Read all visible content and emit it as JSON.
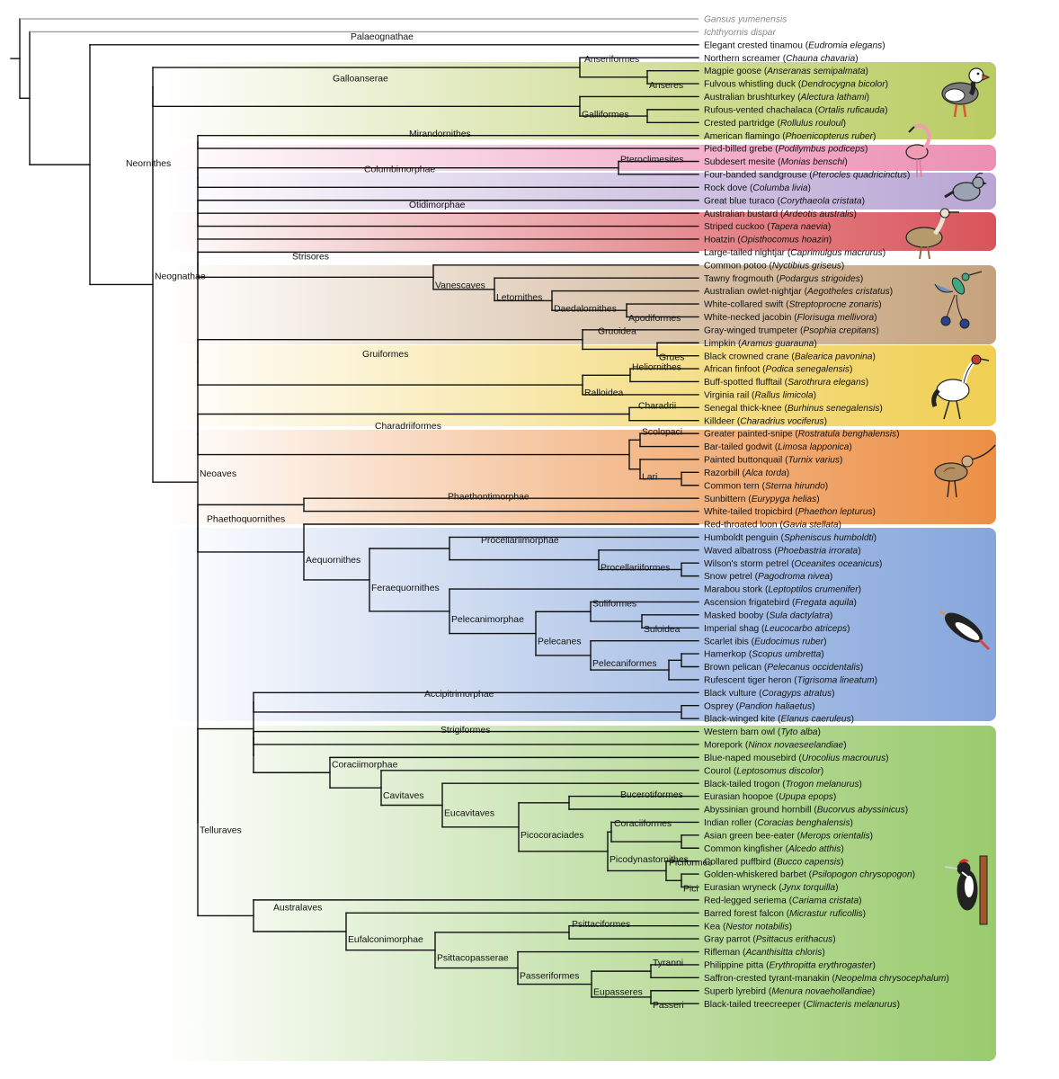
{
  "tips": [
    {
      "common": "",
      "sci": "Gansus yumenensis",
      "fossil": true
    },
    {
      "common": "",
      "sci": "Ichthyornis dispar",
      "fossil": true
    },
    {
      "common": "Elegant crested tinamou",
      "sci": "Eudromia elegans"
    },
    {
      "common": "Northern screamer",
      "sci": "Chauna chavaria"
    },
    {
      "common": "Magpie goose",
      "sci": "Anseranas semipalmata"
    },
    {
      "common": "Fulvous whistling duck",
      "sci": "Dendrocygna bicolor"
    },
    {
      "common": "Australian brushturkey",
      "sci": "Alectura lathami"
    },
    {
      "common": "Rufous-vented chachalaca",
      "sci": "Ortalis ruficauda"
    },
    {
      "common": "Crested partridge",
      "sci": "Rollulus rouloul"
    },
    {
      "common": "American flamingo",
      "sci": "Phoenicopterus ruber"
    },
    {
      "common": "Pied-billed grebe",
      "sci": "Podilymbus podiceps"
    },
    {
      "common": "Subdesert mesite",
      "sci": "Monias benschi"
    },
    {
      "common": "Four-banded sandgrouse",
      "sci": "Pterocles quadricinctus"
    },
    {
      "common": "Rock dove",
      "sci": "Columba livia"
    },
    {
      "common": "Great blue turaco",
      "sci": "Corythaeola cristata"
    },
    {
      "common": "Australian bustard",
      "sci": "Ardeotis australis"
    },
    {
      "common": "Striped cuckoo",
      "sci": "Tapera naevia"
    },
    {
      "common": "Hoatzin",
      "sci": "Opisthocomus hoazin"
    },
    {
      "common": "Large-tailed nightjar",
      "sci": "Caprimulgus macrurus"
    },
    {
      "common": "Common potoo",
      "sci": "Nyctibius griseus"
    },
    {
      "common": "Tawny frogmouth",
      "sci": "Podargus strigoides"
    },
    {
      "common": "Australian owlet-nightjar",
      "sci": "Aegotheles cristatus"
    },
    {
      "common": "White-collared swift",
      "sci": "Streptoprocne zonaris"
    },
    {
      "common": "White-necked jacobin",
      "sci": "Florisuga mellivora"
    },
    {
      "common": "Gray-winged trumpeter",
      "sci": "Psophia crepitans"
    },
    {
      "common": "Limpkin",
      "sci": "Aramus guarauna"
    },
    {
      "common": "Black crowned crane",
      "sci": "Balearica pavonina"
    },
    {
      "common": "African finfoot",
      "sci": "Podica senegalensis"
    },
    {
      "common": "Buff-spotted flufftail",
      "sci": "Sarothrura elegans"
    },
    {
      "common": "Virginia rail",
      "sci": "Rallus limicola"
    },
    {
      "common": "Senegal thick-knee",
      "sci": "Burhinus senegalensis"
    },
    {
      "common": "Killdeer",
      "sci": "Charadrius vociferus"
    },
    {
      "common": "Greater painted-snipe",
      "sci": "Rostratula benghalensis"
    },
    {
      "common": "Bar-tailed godwit",
      "sci": "Limosa lapponica"
    },
    {
      "common": "Painted buttonquail",
      "sci": "Turnix varius"
    },
    {
      "common": "Razorbill",
      "sci": "Alca torda"
    },
    {
      "common": "Common tern",
      "sci": "Sterna hirundo"
    },
    {
      "common": "Sunbittern",
      "sci": "Eurypyga helias"
    },
    {
      "common": "White-tailed tropicbird",
      "sci": "Phaethon lepturus"
    },
    {
      "common": "Red-throated loon",
      "sci": "Gavia stellata"
    },
    {
      "common": "Humboldt penguin",
      "sci": "Spheniscus humboldti"
    },
    {
      "common": "Waved albatross",
      "sci": "Phoebastria irrorata"
    },
    {
      "common": "Wilson's storm petrel",
      "sci": "Oceanites oceanicus"
    },
    {
      "common": "Snow petrel",
      "sci": "Pagodroma nivea"
    },
    {
      "common": "Marabou stork",
      "sci": "Leptoptilos crumenifer"
    },
    {
      "common": "Ascension frigatebird",
      "sci": "Fregata aquila"
    },
    {
      "common": "Masked booby",
      "sci": "Sula dactylatra"
    },
    {
      "common": "Imperial shag",
      "sci": "Leucocarbo atriceps"
    },
    {
      "common": "Scarlet ibis",
      "sci": "Eudocimus ruber"
    },
    {
      "common": "Hamerkop",
      "sci": "Scopus umbretta"
    },
    {
      "common": "Brown pelican",
      "sci": "Pelecanus occidentalis"
    },
    {
      "common": "Rufescent tiger heron",
      "sci": "Tigrisoma lineatum"
    },
    {
      "common": "Black vulture",
      "sci": "Coragyps atratus"
    },
    {
      "common": "Osprey",
      "sci": "Pandion haliaetus"
    },
    {
      "common": "Black-winged kite",
      "sci": "Elanus caeruleus"
    },
    {
      "common": "Western barn owl",
      "sci": "Tyto alba"
    },
    {
      "common": "Morepork",
      "sci": "Ninox novaeseelandiae"
    },
    {
      "common": "Blue-naped mousebird",
      "sci": "Urocolius macrourus"
    },
    {
      "common": "Courol",
      "sci": "Leptosomus discolor"
    },
    {
      "common": "Black-tailed trogon",
      "sci": "Trogon melanurus"
    },
    {
      "common": "Eurasian hoopoe",
      "sci": "Upupa epops"
    },
    {
      "common": "Abyssinian ground hornbill",
      "sci": "Bucorvus abyssinicus"
    },
    {
      "common": "Indian roller",
      "sci": "Coracias benghalensis"
    },
    {
      "common": "Asian green bee-eater",
      "sci": "Merops orientalis"
    },
    {
      "common": "Common kingfisher",
      "sci": "Alcedo atthis"
    },
    {
      "common": "Collared puffbird",
      "sci": "Bucco capensis"
    },
    {
      "common": "Golden-whiskered barbet",
      "sci": "Psilopogon chrysopogon"
    },
    {
      "common": "Eurasian wryneck",
      "sci": "Jynx torquilla"
    },
    {
      "common": "Red-legged seriema",
      "sci": "Cariama cristata"
    },
    {
      "common": "Barred forest falcon",
      "sci": "Micrastur ruficollis"
    },
    {
      "common": "Kea",
      "sci": "Nestor notabilis"
    },
    {
      "common": "Gray parrot",
      "sci": "Psittacus erithacus"
    },
    {
      "common": "Rifleman",
      "sci": "Acanthisitta chloris"
    },
    {
      "common": "Philippine pitta",
      "sci": "Erythropitta erythrogaster"
    },
    {
      "common": "Saffron-crested tyrant-manakin",
      "sci": "Neopelma chrysocephalum"
    },
    {
      "common": "Superb lyrebird",
      "sci": "Menura novaehollandiae"
    },
    {
      "common": "Black-tailed treecreeper",
      "sci": "Climacteris melanurus"
    }
  ],
  "clades": [
    {
      "id": "root",
      "label": "",
      "children": [
        "gans",
        "orn"
      ]
    },
    {
      "id": "orn",
      "label": "",
      "children": [
        "ich",
        "neornithes"
      ]
    },
    {
      "id": "neornithes",
      "label": "Neornithes",
      "children": [
        "palaeo",
        "neognathae"
      ]
    },
    {
      "id": "palaeo",
      "label": "Palaeognathae",
      "children": [
        "t2"
      ]
    },
    {
      "id": "neognathae",
      "label": "Neognathae",
      "children": [
        "galloanserae",
        "neoaves"
      ]
    },
    {
      "id": "galloanserae",
      "label": "Galloanserae",
      "children": [
        "anseriformes",
        "galliformes"
      ]
    },
    {
      "id": "anseriformes",
      "label": "Anseriformes",
      "children": [
        "t3",
        "anseres"
      ]
    },
    {
      "id": "anseres",
      "label": "Anseres",
      "children": [
        "t4",
        "t5"
      ]
    },
    {
      "id": "galliformes",
      "label": "Galliformes",
      "children": [
        "t6",
        "gal2"
      ]
    },
    {
      "id": "gal2",
      "label": "",
      "children": [
        "t7",
        "t8"
      ]
    },
    {
      "id": "neoaves",
      "label": "Neoaves",
      "children": [
        "mirandornithes",
        "columbimorphae",
        "otidimorphae",
        "t17",
        "strisores",
        "gruiformes",
        "charadriiformes",
        "phaethoquornithes",
        "telluraves"
      ]
    },
    {
      "id": "mirandornithes",
      "label": "Mirandornithes",
      "children": [
        "t9",
        "t10"
      ]
    },
    {
      "id": "columbimorphae",
      "label": "Columbimorphae",
      "children": [
        "pteroclimesites",
        "t13"
      ]
    },
    {
      "id": "pteroclimesites",
      "label": "Pteroclimesites",
      "children": [
        "t11",
        "t12"
      ]
    },
    {
      "id": "otidimorphae",
      "label": "Otidimorphae",
      "children": [
        "t14",
        "t15",
        "t16"
      ]
    },
    {
      "id": "strisores",
      "label": "Strisores",
      "children": [
        "t18",
        "vanescaves"
      ]
    },
    {
      "id": "vanescaves",
      "label": "Vanescaves",
      "children": [
        "t19",
        "letornithes"
      ]
    },
    {
      "id": "letornithes",
      "label": "Letornithes",
      "children": [
        "t20",
        "daedalornithes"
      ]
    },
    {
      "id": "daedalornithes",
      "label": "Daedalornithes",
      "children": [
        "t21",
        "apodiformes"
      ]
    },
    {
      "id": "apodiformes",
      "label": "Apodiformes",
      "children": [
        "t22",
        "t23"
      ]
    },
    {
      "id": "gruiformes",
      "label": "Gruiformes",
      "children": [
        "gruoidea",
        "ralloidea"
      ]
    },
    {
      "id": "gruoidea",
      "label": "Gruoidea",
      "children": [
        "t24",
        "grues"
      ]
    },
    {
      "id": "grues",
      "label": "Grues",
      "children": [
        "t25",
        "t26"
      ]
    },
    {
      "id": "ralloidea",
      "label": "Ralloidea",
      "children": [
        "heliornithes",
        "t29"
      ]
    },
    {
      "id": "heliornithes",
      "label": "Heliornithes",
      "children": [
        "t27",
        "t28"
      ]
    },
    {
      "id": "charadriiformes",
      "label": "Charadriiformes",
      "children": [
        "charadrii",
        "char2"
      ]
    },
    {
      "id": "charadrii",
      "label": "Charadrii",
      "children": [
        "t30",
        "t31"
      ]
    },
    {
      "id": "char2",
      "label": "",
      "children": [
        "scolopaci",
        "lari"
      ]
    },
    {
      "id": "scolopaci",
      "label": "Scolopaci",
      "children": [
        "t32",
        "t33"
      ]
    },
    {
      "id": "lari",
      "label": "Lari",
      "children": [
        "t34",
        "lari2"
      ]
    },
    {
      "id": "lari2",
      "label": "",
      "children": [
        "t35",
        "t36"
      ]
    },
    {
      "id": "phaethoquornithes",
      "label": "Phaethoquornithes",
      "children": [
        "phaethontimorphae",
        "aequornithes"
      ]
    },
    {
      "id": "phaethontimorphae",
      "label": "Phaethontimorphae",
      "children": [
        "t37",
        "t38"
      ]
    },
    {
      "id": "aequornithes",
      "label": "Aequornithes",
      "children": [
        "t39",
        "feraequornithes"
      ]
    },
    {
      "id": "feraequornithes",
      "label": "Feraequornithes",
      "children": [
        "procellariimorphae",
        "pelecanimorphae"
      ]
    },
    {
      "id": "procellariimorphae",
      "label": "Procellariimorphae",
      "children": [
        "t40",
        "procellariiformes"
      ]
    },
    {
      "id": "procellariiformes",
      "label": "Procellariiformes",
      "children": [
        "t41",
        "proc2"
      ]
    },
    {
      "id": "proc2",
      "label": "",
      "children": [
        "t42",
        "t43"
      ]
    },
    {
      "id": "pelecanimorphae",
      "label": "Pelecanimorphae",
      "children": [
        "t44",
        "pelecanes"
      ]
    },
    {
      "id": "pelecanes",
      "label": "Pelecanes",
      "children": [
        "suliformes",
        "pelecaniformes"
      ]
    },
    {
      "id": "suliformes",
      "label": "Suliformes",
      "children": [
        "t45",
        "suloidea"
      ]
    },
    {
      "id": "suloidea",
      "label": "Suloidea",
      "children": [
        "t46",
        "t47"
      ]
    },
    {
      "id": "pelecaniformes",
      "label": "Pelecaniformes",
      "children": [
        "t48",
        "pel2"
      ]
    },
    {
      "id": "pel2",
      "label": "",
      "children": [
        "pel3",
        "t51"
      ]
    },
    {
      "id": "pel3",
      "label": "",
      "children": [
        "t49",
        "t50"
      ]
    },
    {
      "id": "telluraves",
      "label": "Telluraves",
      "children": [
        "afroaves",
        "australaves"
      ]
    },
    {
      "id": "afroaves",
      "label": "",
      "children": [
        "accipitrimorphae",
        "afro2"
      ]
    },
    {
      "id": "accipitrimorphae",
      "label": "Accipitrimorphae",
      "children": [
        "t52",
        "acc2"
      ]
    },
    {
      "id": "acc2",
      "label": "",
      "children": [
        "t53",
        "t54"
      ]
    },
    {
      "id": "afro2",
      "label": "",
      "children": [
        "strigiformes",
        "coraciimorphae"
      ]
    },
    {
      "id": "strigiformes",
      "label": "Strigiformes",
      "children": [
        "t55",
        "t56"
      ]
    },
    {
      "id": "coraciimorphae",
      "label": "Coraciimorphae",
      "children": [
        "t57",
        "cavitaves"
      ]
    },
    {
      "id": "cavitaves",
      "label": "Cavitaves",
      "children": [
        "t58",
        "eucavitaves"
      ]
    },
    {
      "id": "eucavitaves",
      "label": "Eucavitaves",
      "children": [
        "t59",
        "picocoraciades"
      ]
    },
    {
      "id": "picocoraciades",
      "label": "Picocoraciades",
      "children": [
        "bucerotiformes",
        "picodynastornithes"
      ]
    },
    {
      "id": "bucerotiformes",
      "label": "Bucerotiformes",
      "children": [
        "t60",
        "t61"
      ]
    },
    {
      "id": "picodynastornithes",
      "label": "Picodynastornithes",
      "children": [
        "coraciiformes",
        "piciformes"
      ]
    },
    {
      "id": "coraciiformes",
      "label": "Coraciiformes",
      "children": [
        "t62",
        "cor2"
      ]
    },
    {
      "id": "cor2",
      "label": "",
      "children": [
        "t63",
        "t64"
      ]
    },
    {
      "id": "piciformes",
      "label": "Piciformes",
      "children": [
        "t65",
        "pici"
      ]
    },
    {
      "id": "pici",
      "label": "Pici",
      "children": [
        "t66",
        "t67"
      ]
    },
    {
      "id": "australaves",
      "label": "Australaves",
      "children": [
        "aus1",
        "eufalconimorphae"
      ]
    },
    {
      "id": "aus1",
      "label": "",
      "children": [
        "t68"
      ]
    },
    {
      "id": "eufalconimorphae",
      "label": "Eufalconimorphae",
      "children": [
        "t69",
        "psittacopasserae"
      ]
    },
    {
      "id": "psittacopasserae",
      "label": "Psittacopasserae",
      "children": [
        "psittaciformes",
        "passeriformes"
      ]
    },
    {
      "id": "psittaciformes",
      "label": "Psittaciformes",
      "children": [
        "t70",
        "t71"
      ]
    },
    {
      "id": "passeriformes",
      "label": "Passeriformes",
      "children": [
        "t72",
        "eupasseres"
      ]
    },
    {
      "id": "eupasseres",
      "label": "Eupasseres",
      "children": [
        "tyranni",
        "passeri"
      ]
    },
    {
      "id": "tyranni",
      "label": "Tyranni",
      "children": [
        "t73",
        "t74"
      ]
    },
    {
      "id": "passeri",
      "label": "Passeri",
      "children": [
        "t75",
        "t76"
      ]
    }
  ],
  "panels": [
    {
      "name": "galloanserae",
      "color": "#b9cc62"
    },
    {
      "name": "mirandornithes",
      "color": "#ec8fb3"
    },
    {
      "name": "columbimorphae",
      "color": "#b9a6d4"
    },
    {
      "name": "otidimorphae",
      "color": "#d9545a"
    },
    {
      "name": "strisores",
      "color": "#c5a27c"
    },
    {
      "name": "gruiformes",
      "color": "#f0cf52"
    },
    {
      "name": "charadriiformes",
      "color": "#ec8f45"
    },
    {
      "name": "phaethoquornithes",
      "color": "#86a6dc"
    },
    {
      "name": "telluraves",
      "color": "#9acb6e"
    }
  ],
  "icons": [
    {
      "name": "screamer-icon",
      "panel": "galloanserae"
    },
    {
      "name": "flamingo-icon",
      "panel": "mirandornithes"
    },
    {
      "name": "pigeon-icon",
      "panel": "columbimorphae"
    },
    {
      "name": "bustard-icon",
      "panel": "otidimorphae"
    },
    {
      "name": "hummingbird-icon",
      "panel": "strisores"
    },
    {
      "name": "crane-icon",
      "panel": "gruiformes"
    },
    {
      "name": "curlew-icon",
      "panel": "charadriiformes"
    },
    {
      "name": "penguin-icon",
      "panel": "phaethoquornithes"
    },
    {
      "name": "woodpecker-icon",
      "panel": "telluraves"
    }
  ]
}
